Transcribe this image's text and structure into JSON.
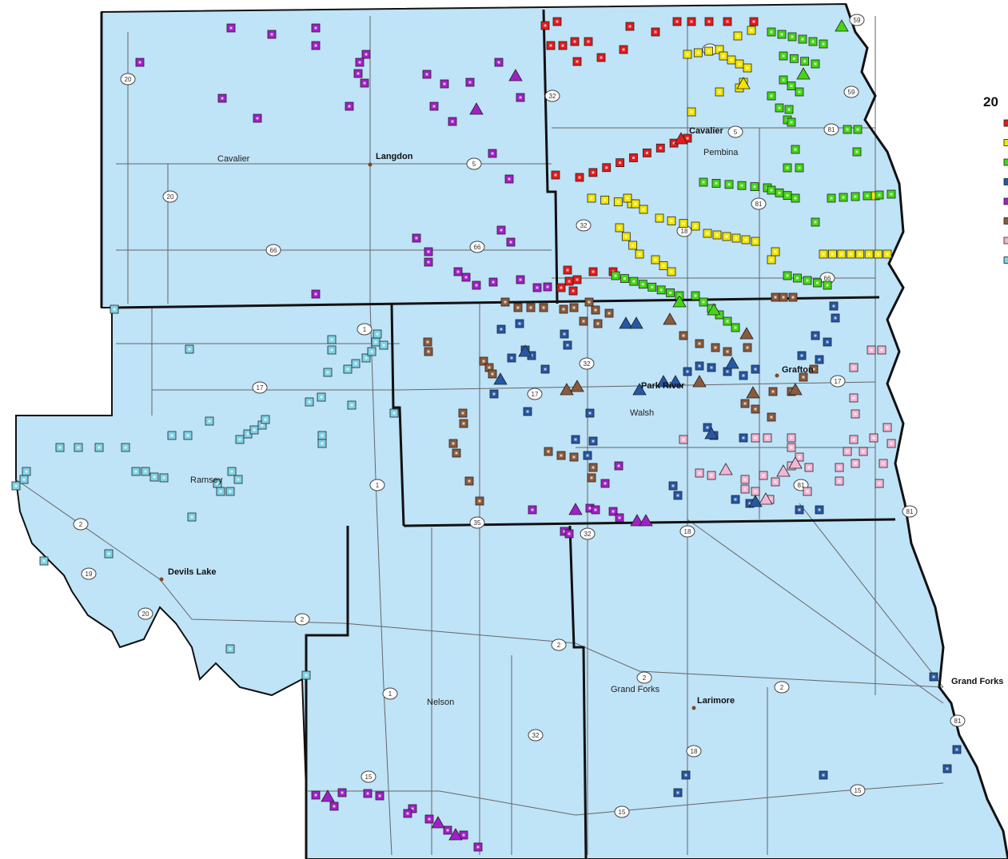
{
  "legend": {
    "title": "20",
    "colors": [
      "#e41a1c",
      "#f2e600",
      "#44d615",
      "#2458a6",
      "#a020c8",
      "#8b5a3c",
      "#f2b6d4",
      "#7ed3e6"
    ]
  },
  "colors": {
    "land": "#bfe3f7",
    "road": "#666666",
    "border": "#111111",
    "river": "#111111"
  },
  "counties": [
    {
      "id": "cavalier",
      "label": "Cavalier"
    },
    {
      "id": "pembina",
      "label": "Pembina"
    },
    {
      "id": "ramsey",
      "label": "Ramsey"
    },
    {
      "id": "walsh",
      "label": "Walsh"
    },
    {
      "id": "nelson",
      "label": "Nelson"
    },
    {
      "id": "grand-forks",
      "label": "Grand Forks"
    }
  ],
  "towns": [
    {
      "id": "langdon",
      "label": "Langdon"
    },
    {
      "id": "cavalier-town",
      "label": "Cavalier"
    },
    {
      "id": "devils-lake",
      "label": "Devils Lake"
    },
    {
      "id": "grafton",
      "label": "Grafton"
    },
    {
      "id": "park-river",
      "label": "Park River"
    },
    {
      "id": "larimore",
      "label": "Larimore"
    },
    {
      "id": "grand-forks-town",
      "label": "Grand Forks"
    }
  ],
  "highways": [
    "20",
    "5",
    "66",
    "1",
    "17",
    "2",
    "19",
    "35",
    "32",
    "18",
    "81",
    "15",
    "59"
  ]
}
